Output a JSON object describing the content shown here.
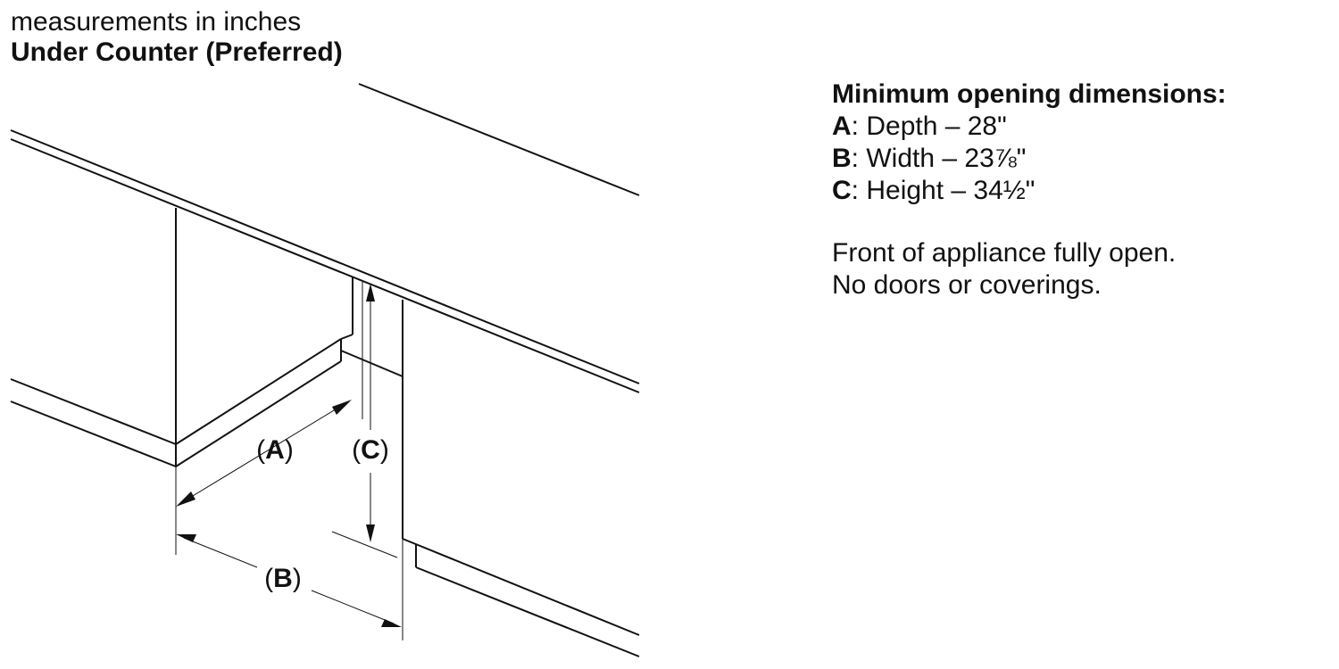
{
  "header": {
    "units_note": "measurements in inches",
    "title": "Under Counter (Preferred)"
  },
  "legend": {
    "title": "Minimum opening dimensions:",
    "items": [
      {
        "key": "A",
        "text": ": Depth – 28\""
      },
      {
        "key": "B",
        "text": ": Width – 23⅞\""
      },
      {
        "key": "C",
        "text": ": Height – 34½\""
      }
    ]
  },
  "notes": [
    "Front of appliance fully open.",
    "No doors or coverings."
  ],
  "diagram": {
    "labels": {
      "a": {
        "letter": "A"
      },
      "b": {
        "letter": "B"
      },
      "c": {
        "letter": "C"
      }
    }
  }
}
